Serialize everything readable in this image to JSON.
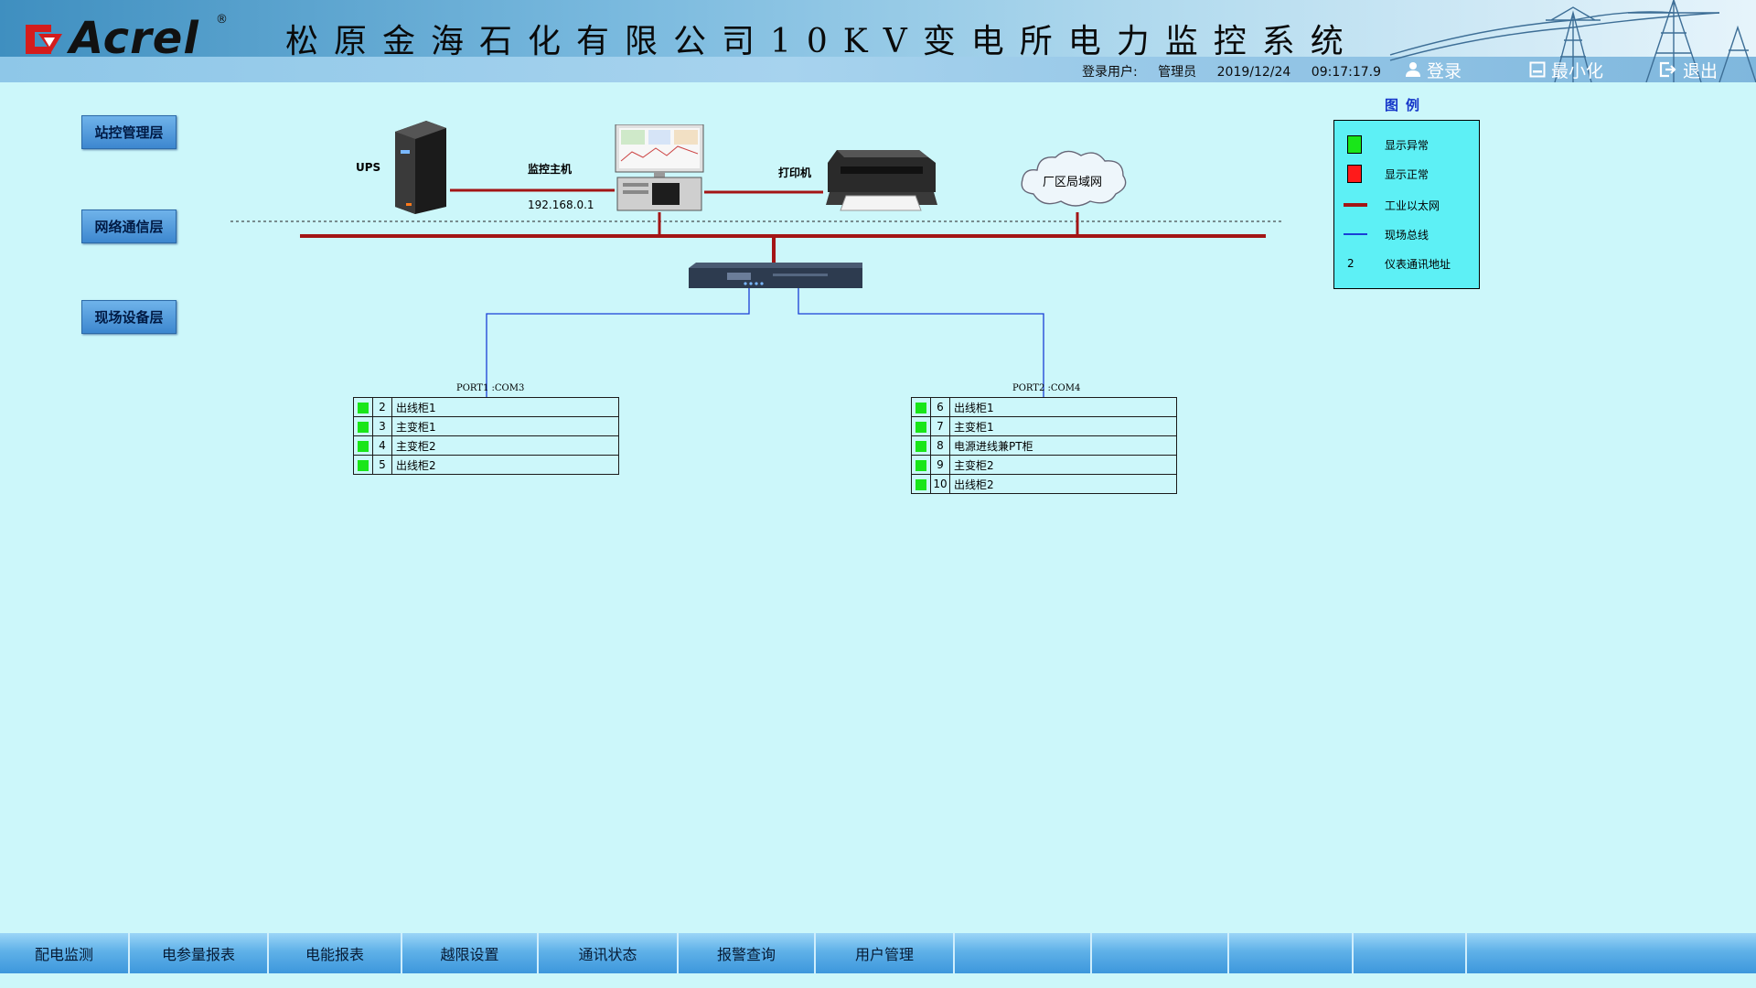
{
  "header": {
    "logo_text": "Acrel",
    "logo_reg": "®",
    "title": "松原金海石化有限公司10KV变电所电力监控系统",
    "login_label": "登录用户:",
    "user": "管理员",
    "date": "2019/12/24",
    "time": "09:17:17.9",
    "btn_login": "登录",
    "btn_minimize": "最小化",
    "btn_exit": "退出"
  },
  "layers": [
    {
      "label": "站控管理层"
    },
    {
      "label": "网络通信层"
    },
    {
      "label": "现场设备层"
    }
  ],
  "devices": {
    "ups_label": "UPS",
    "host_label": "监控主机",
    "host_ip": "192.168.0.1",
    "printer_label": "打印机",
    "lan_label": "厂区局域网"
  },
  "ports": [
    {
      "label": "PORT1 :COM3"
    },
    {
      "label": "PORT2 :COM4"
    }
  ],
  "port1_devices": [
    {
      "addr": "2",
      "name": "出线柜1"
    },
    {
      "addr": "3",
      "name": "主变柜1"
    },
    {
      "addr": "4",
      "name": "主变柜2"
    },
    {
      "addr": "5",
      "name": "出线柜2"
    }
  ],
  "port2_devices": [
    {
      "addr": "6",
      "name": "出线柜1"
    },
    {
      "addr": "7",
      "name": "主变柜1"
    },
    {
      "addr": "8",
      "name": "电源进线兼PT柜"
    },
    {
      "addr": "9",
      "name": "主变柜2"
    },
    {
      "addr": "10",
      "name": "出线柜2"
    }
  ],
  "legend": {
    "title": "图例",
    "items": [
      {
        "symbol": "green-square",
        "text": "显示异常"
      },
      {
        "symbol": "red-square",
        "text": "显示正常"
      },
      {
        "symbol": "red-line",
        "text": "工业以太网"
      },
      {
        "symbol": "blue-line",
        "text": "现场总线"
      },
      {
        "symbol": "number",
        "number": "2",
        "text": "仪表通讯地址"
      }
    ]
  },
  "colors": {
    "status_green": "#19e619",
    "status_red": "#ff1a1a",
    "ethernet": "#a31515",
    "fieldbus": "#1a3fd6",
    "background": "#ccf7fa"
  },
  "tabs": [
    {
      "label": "配电监测"
    },
    {
      "label": "电参量报表"
    },
    {
      "label": "电能报表"
    },
    {
      "label": "越限设置"
    },
    {
      "label": "通讯状态"
    },
    {
      "label": "报警查询"
    },
    {
      "label": "用户管理"
    }
  ]
}
